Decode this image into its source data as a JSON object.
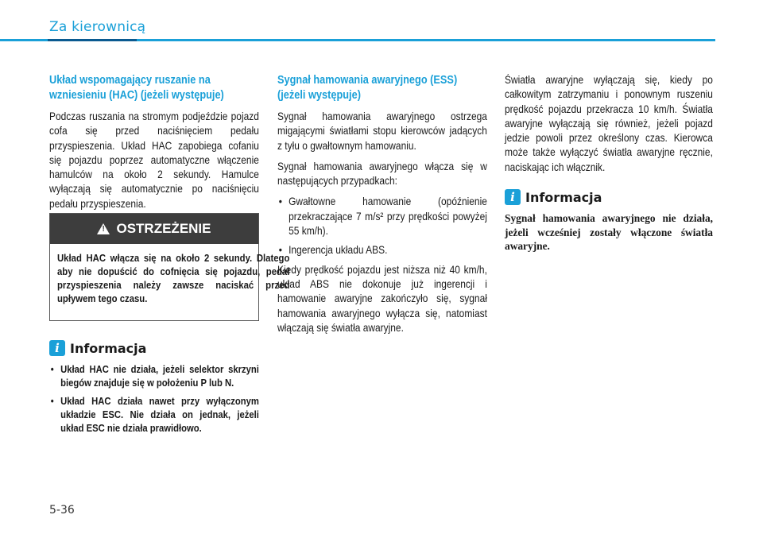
{
  "header": {
    "title": "Za kierownicą"
  },
  "col1": {
    "heading": "Układ wspomagający ruszanie na wzniesieniu (HAC) (jeżeli występuje)",
    "paragraph": "Podczas ruszania na stromym podjeździe pojazd cofa się przed naciśnięciem pedału przyspieszenia. Układ HAC zapobiega cofaniu się pojazdu poprzez automatyczne włączenie hamulców na około 2 sekundy. Hamulce wyłączają się automatycznie po naciśnięciu pedału przyspieszenia."
  },
  "warning": {
    "title": "OSTRZEŻENIE",
    "text": "Układ HAC włącza się na około 2 sekundy. Dlatego aby nie dopuścić do cofnięcia się pojazdu, pedał przyspieszenia należy zawsze naciskać przed upływem tego czasu."
  },
  "info1": {
    "title": "Informacja",
    "items": [
      "Układ HAC nie działa, jeżeli selektor skrzyni biegów znajduje się w położeniu P lub N.",
      "Układ HAC działa nawet przy wyłączonym układzie ESC. Nie działa on jednak, jeżeli układ ESC nie działa prawidłowo."
    ]
  },
  "col2": {
    "heading": "Sygnał hamowania awaryjnego (ESS) (jeżeli występuje)",
    "p1": "Sygnał hamowania awaryjnego ostrzega migającymi światłami stopu kierowców jadących z tyłu o gwałtownym hamowaniu.",
    "p2": "Sygnał hamowania awaryjnego włącza się w następujących przypadkach:",
    "bullets": [
      "Gwałtowne hamowanie (opóźnienie przekraczające 7 m/s² przy prędkości powyżej 55 km/h).",
      "Ingerencja układu ABS."
    ],
    "p3": "Kiedy prędkość pojazdu jest niższa niż 40 km/h, układ ABS nie dokonuje już ingerencji i hamowanie awaryjne zakończyło się, sygnał hamowania awaryjnego wyłącza się, natomiast włączają się światła awaryjne."
  },
  "col3": {
    "paragraph": "Światła awaryjne wyłączają się, kiedy po całkowitym zatrzymaniu i ponownym ruszeniu prędkość pojazdu przekracza 10 km/h. Światła awaryjne wyłączają się również, jeżeli pojazd jedzie powoli przez określony czas. Kierowca może także wyłączyć światła awaryjne ręcznie, naciskając ich włącznik."
  },
  "info2": {
    "title": "Informacja",
    "text": "Sygnał hamowania awaryjnego nie działa, jeżeli wcześniej zostały włączone światła awaryjne."
  },
  "footer": {
    "page_number": "5-36"
  },
  "icons": {
    "info": "info-icon",
    "warning": "warning-triangle-icon"
  },
  "colors": {
    "accent": "#1aa0d8",
    "header_dark": "#0a5a90",
    "warning_bg": "#3d3d3d"
  }
}
